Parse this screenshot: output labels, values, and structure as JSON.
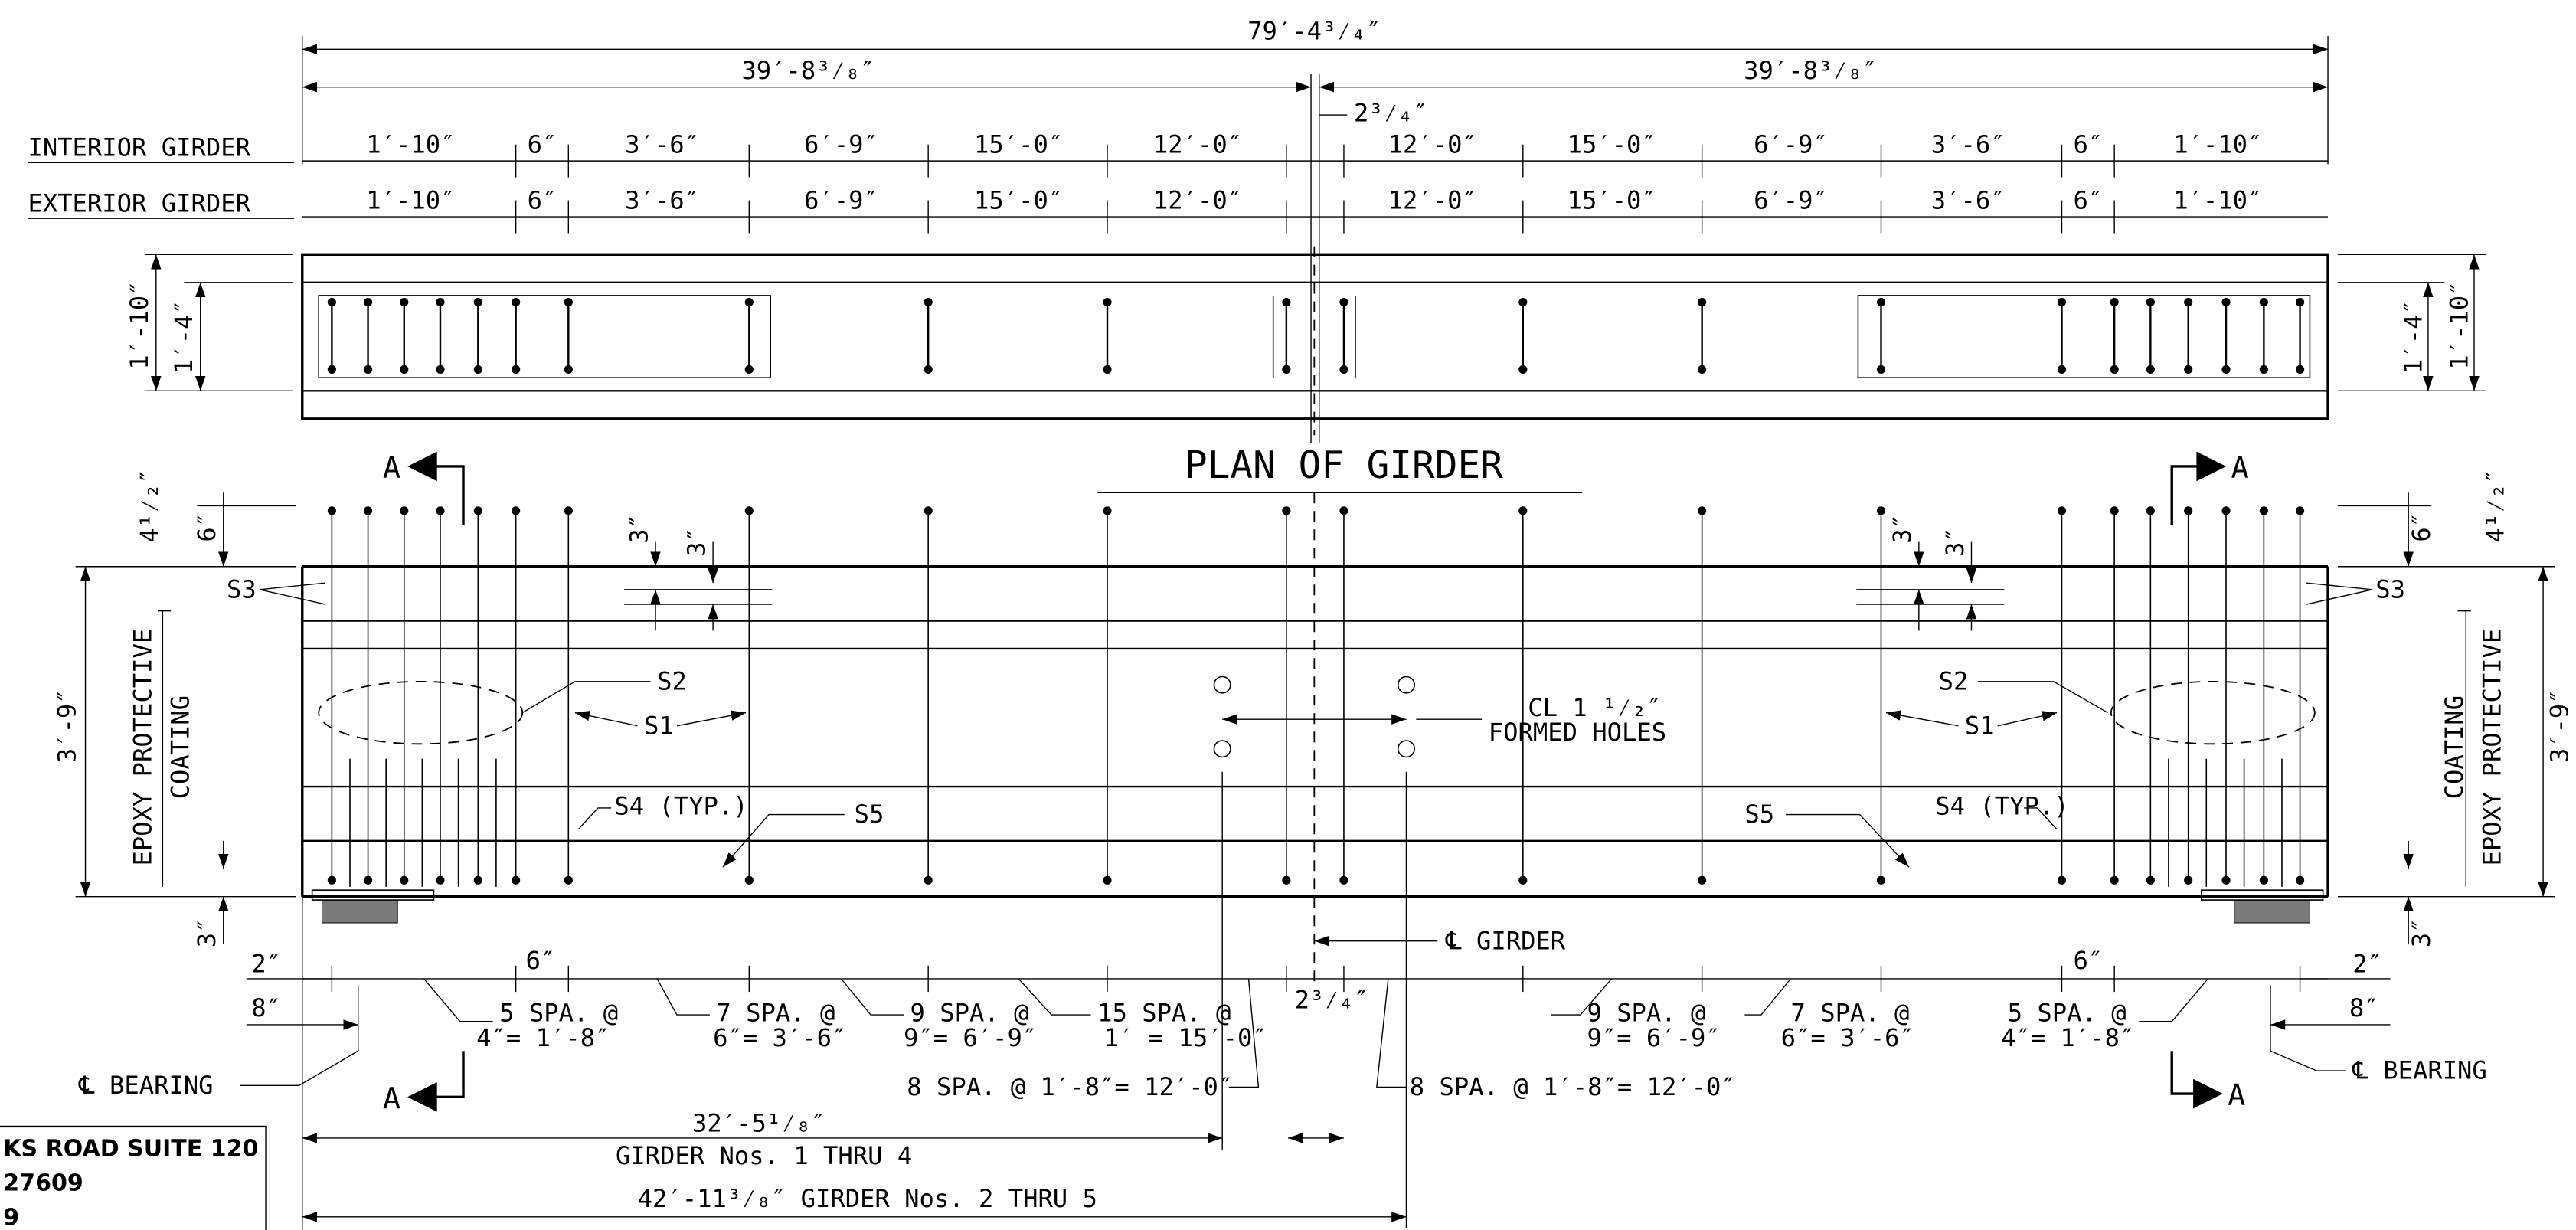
{
  "overall_length": "79′-4³⁄₄″",
  "half_lengths": [
    "39′-8³⁄₈″",
    "39′-8³⁄₈″"
  ],
  "center_gap": "2³⁄₄″",
  "row_labels": {
    "interior": "INTERIOR GIRDER",
    "exterior": "EXTERIOR GIRDER"
  },
  "spacing_row": [
    "1′-10″",
    "6″",
    "3′-6″",
    "6′-9″",
    "15′-0″",
    "12′-0″",
    "12′-0″",
    "15′-0″",
    "6′-9″",
    "3′-6″",
    "6″",
    "1′-10″"
  ],
  "plan_height": {
    "overall": "1′-10″",
    "inner": "1′-4″"
  },
  "plan_title": "PLAN OF GIRDER",
  "section_mark": "A",
  "elevation": {
    "top_dim": "4¹⁄₂″",
    "top_offset": "6″",
    "stirrup_gap": "3″",
    "height": "3′-9″",
    "bottom_dim": "3″",
    "coating_line1": "EPOXY PROTECTIVE",
    "coating_line2": "COATING"
  },
  "bars": {
    "s1": "S1",
    "s2": "S2",
    "s3": "S3",
    "s4": "S4 (TYP.)",
    "s5": "S5"
  },
  "holes_line1": "CL 1 ¹⁄₂″",
  "holes_line2": "FORMED HOLES",
  "girder_cl": "℄ GIRDER",
  "bottom_dims": {
    "d2": "2″",
    "d8": "8″",
    "d6": "6″",
    "center": "2³⁄₄″",
    "bearing": "℄ BEARING"
  },
  "spacing_notes": {
    "s5a": "5 SPA. @",
    "s5b": "4″= 1′-8″",
    "s7a": "7 SPA. @",
    "s7b": "6″= 3′-6″",
    "s9a": "9 SPA. @",
    "s9b": "9″= 6′-9″",
    "s15a": "15 SPA. @",
    "s15b": "1′ = 15′-0″",
    "s8": "8 SPA. @ 1′-8″= 12′-0″"
  },
  "girder_lengths": {
    "g1_len": "32′-5¹⁄₈″",
    "g1_label": "GIRDER Nos. 1 THRU 4",
    "g2": "42′-11³⁄₈″ GIRDER Nos. 2 THRU 5"
  },
  "title_block": {
    "line1": "KS ROAD SUITE 120",
    "line2": "27609",
    "line3": "9"
  }
}
